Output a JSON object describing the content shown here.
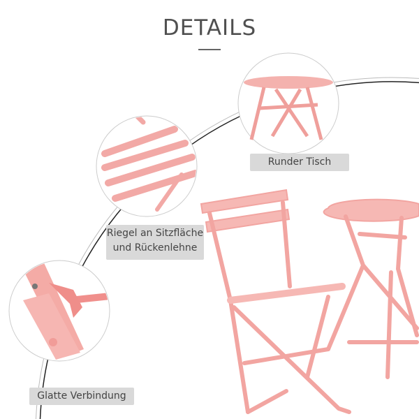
{
  "title": "DETAILS",
  "colors": {
    "product": "#f2a9a6",
    "product_dark": "#e38e8b",
    "label_bg": "#d9d9d9",
    "text": "#444444"
  },
  "details": [
    {
      "label": "Runder Tisch"
    },
    {
      "label_line1": "Riegel an Sitzfläche",
      "label_line2": "und Rückenlehne"
    },
    {
      "label": "Glatte Verbindung"
    }
  ]
}
